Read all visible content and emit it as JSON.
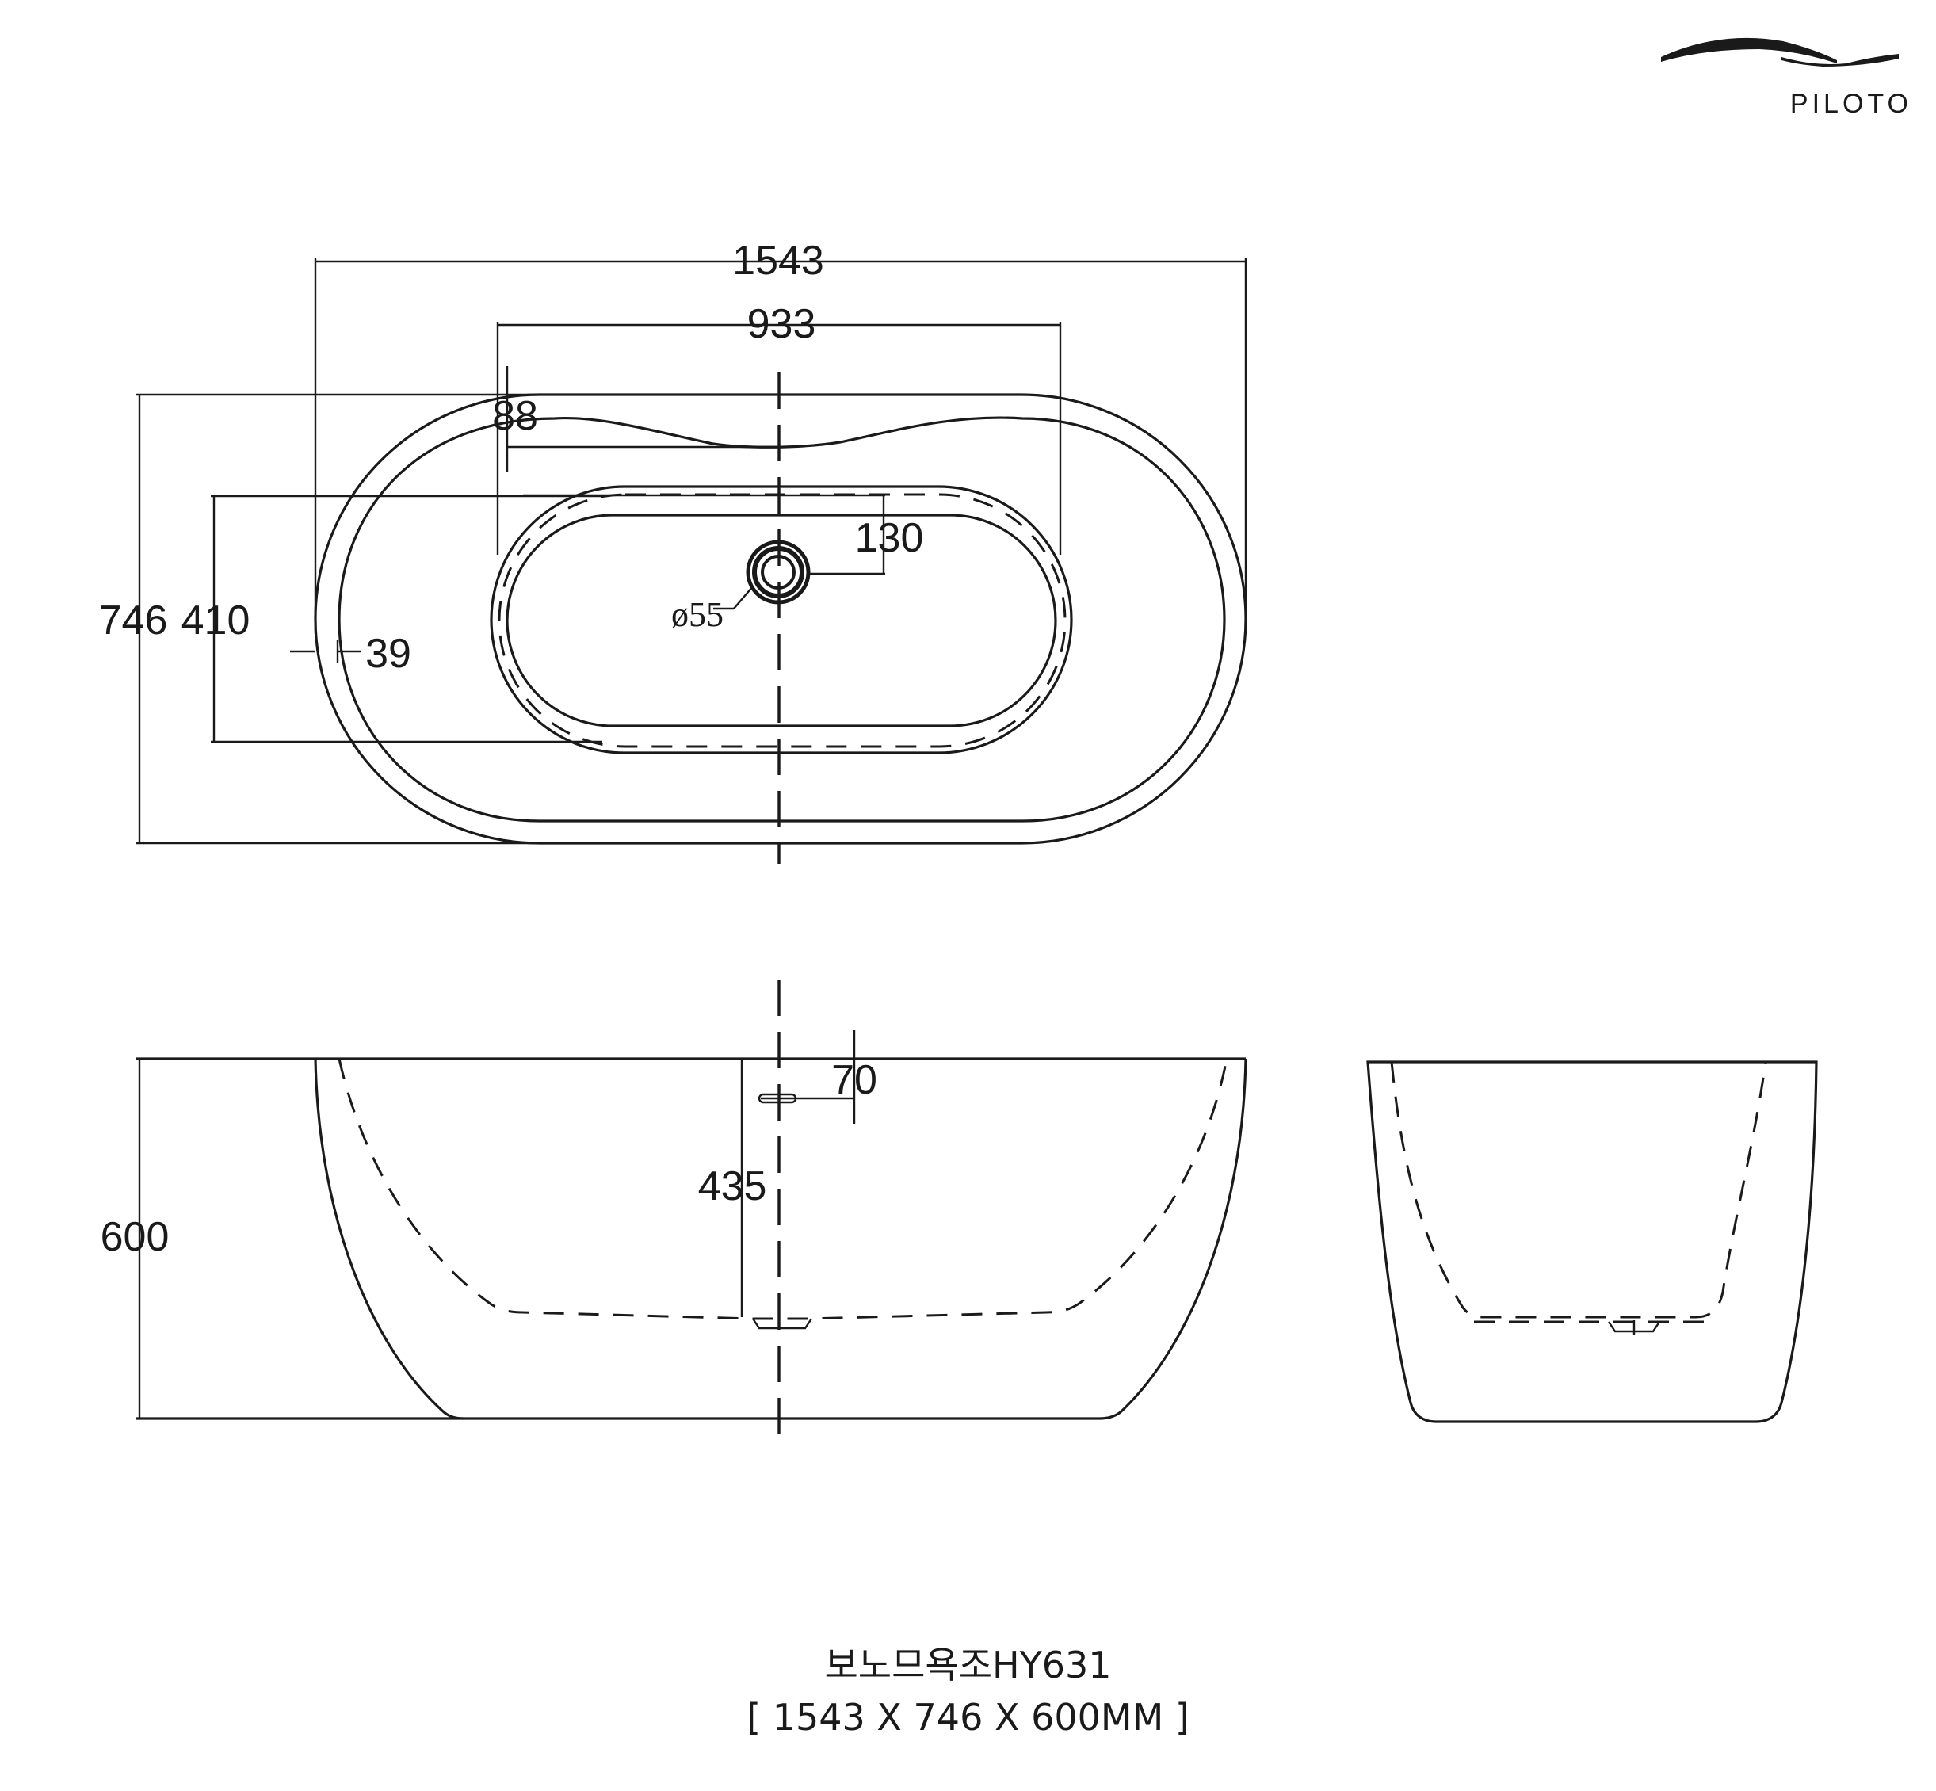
{
  "brand": {
    "name": "PILOTO",
    "logo": "wave-logo"
  },
  "dimensions": {
    "overall_length": "1543",
    "inner_length": "933",
    "rim_offset": "88",
    "drain_offset": "130",
    "drain_diameter": "ø55",
    "overall_width": "746",
    "inner_width": "410",
    "wall_thickness": "39",
    "overflow_offset": "70",
    "inner_depth": "435",
    "overall_height": "600"
  },
  "caption": {
    "product": "보노므욕조HY631",
    "size": "[ 1543 X 746 X 600MM ]"
  }
}
